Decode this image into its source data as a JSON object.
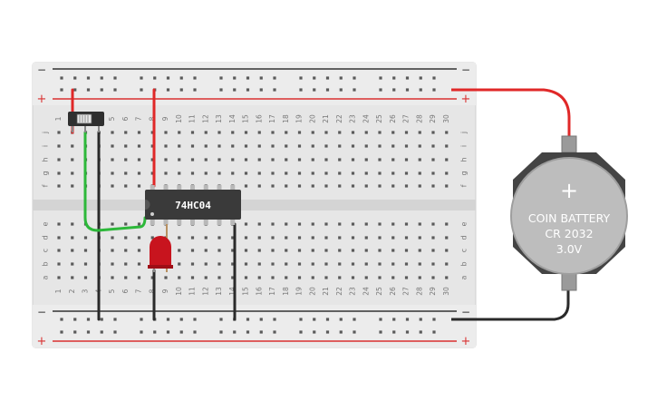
{
  "breadboard": {
    "column_numbers": [
      "1",
      "2",
      "3",
      "4",
      "5",
      "6",
      "7",
      "8",
      "9",
      "10",
      "11",
      "12",
      "13",
      "14",
      "15",
      "16",
      "17",
      "18",
      "19",
      "20",
      "21",
      "22",
      "23",
      "24",
      "25",
      "26",
      "27",
      "28",
      "29",
      "30"
    ],
    "top_row_letters": [
      "j",
      "i",
      "h",
      "g",
      "f"
    ],
    "bottom_row_letters": [
      "e",
      "d",
      "c",
      "b",
      "a"
    ],
    "rail_minus": "−",
    "rail_plus": "+"
  },
  "chip": {
    "label": "74HC04"
  },
  "battery": {
    "line1": "COIN BATTERY",
    "line2": "CR 2032",
    "line3": "3.0V",
    "plus_symbol": "+"
  },
  "colors": {
    "board": "#e6e6e6",
    "wire_red": "#e02828",
    "wire_black": "#2a2a2a",
    "wire_green": "#2db83a",
    "chip": "#3a3a3a",
    "led": "#c8141e",
    "battery": "#bdbdbd",
    "rail_red": "#d93030",
    "rail_black": "#333333"
  }
}
